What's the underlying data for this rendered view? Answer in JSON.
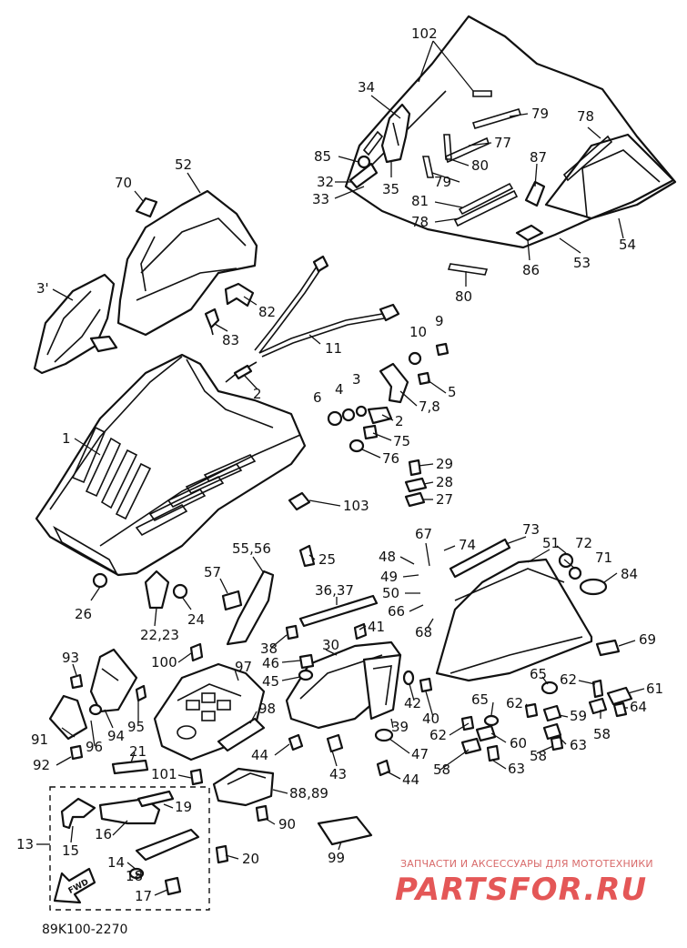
{
  "diagram": {
    "doc_code": "89K100-2270",
    "watermark": {
      "tagline": "ЗАПЧАСТИ И АКСЕССУАРЫ ДЛЯ МОТОТЕХНИКИ",
      "logo": "PARTSFOR.RU"
    },
    "fwd_label": "FWD",
    "labels": [
      {
        "id": "p102",
        "text": "102"
      },
      {
        "id": "p34",
        "text": "34"
      },
      {
        "id": "p85",
        "text": "85"
      },
      {
        "id": "p32",
        "text": "32"
      },
      {
        "id": "p33",
        "text": "33"
      },
      {
        "id": "p35",
        "text": "35"
      },
      {
        "id": "p79a",
        "text": "79"
      },
      {
        "id": "p77",
        "text": "77"
      },
      {
        "id": "p80a",
        "text": "80"
      },
      {
        "id": "p79b",
        "text": "79"
      },
      {
        "id": "p78a",
        "text": "78"
      },
      {
        "id": "p87",
        "text": "87"
      },
      {
        "id": "p81",
        "text": "81"
      },
      {
        "id": "p78b",
        "text": "78"
      },
      {
        "id": "p54",
        "text": "54"
      },
      {
        "id": "p86",
        "text": "86"
      },
      {
        "id": "p53",
        "text": "53"
      },
      {
        "id": "p80b",
        "text": "80"
      },
      {
        "id": "p70",
        "text": "70"
      },
      {
        "id": "p52",
        "text": "52"
      },
      {
        "id": "p3",
        "text": "3'"
      },
      {
        "id": "p82",
        "text": "82"
      },
      {
        "id": "p83",
        "text": "83"
      },
      {
        "id": "p11",
        "text": "11"
      },
      {
        "id": "p10",
        "text": "10"
      },
      {
        "id": "p9",
        "text": "9"
      },
      {
        "id": "p5",
        "text": "5"
      },
      {
        "id": "p2a",
        "text": "2"
      },
      {
        "id": "p78c",
        "text": "7,8"
      },
      {
        "id": "p6",
        "text": "6"
      },
      {
        "id": "p4",
        "text": "4"
      },
      {
        "id": "p3b",
        "text": "3"
      },
      {
        "id": "p2b",
        "text": "2"
      },
      {
        "id": "p75",
        "text": "75"
      },
      {
        "id": "p76",
        "text": "76"
      },
      {
        "id": "p1",
        "text": "1"
      },
      {
        "id": "p29",
        "text": "29"
      },
      {
        "id": "p28",
        "text": "28"
      },
      {
        "id": "p27",
        "text": "27"
      },
      {
        "id": "p103",
        "text": "103"
      },
      {
        "id": "p67",
        "text": "67"
      },
      {
        "id": "p73",
        "text": "73"
      },
      {
        "id": "p51",
        "text": "51"
      },
      {
        "id": "p72",
        "text": "72"
      },
      {
        "id": "p71",
        "text": "71"
      },
      {
        "id": "p84",
        "text": "84"
      },
      {
        "id": "p48",
        "text": "48"
      },
      {
        "id": "p74",
        "text": "74"
      },
      {
        "id": "p49",
        "text": "49"
      },
      {
        "id": "p50",
        "text": "50"
      },
      {
        "id": "p66",
        "text": "66"
      },
      {
        "id": "p68",
        "text": "68"
      },
      {
        "id": "p5556",
        "text": "55,56"
      },
      {
        "id": "p25",
        "text": "25"
      },
      {
        "id": "p3637",
        "text": "36,37"
      },
      {
        "id": "p57",
        "text": "57"
      },
      {
        "id": "p26",
        "text": "26"
      },
      {
        "id": "p2223",
        "text": "22,23"
      },
      {
        "id": "p24",
        "text": "24"
      },
      {
        "id": "p41",
        "text": "41"
      },
      {
        "id": "p38",
        "text": "38"
      },
      {
        "id": "p30",
        "text": "30"
      },
      {
        "id": "p69",
        "text": "69"
      },
      {
        "id": "p93",
        "text": "93"
      },
      {
        "id": "p100",
        "text": "100"
      },
      {
        "id": "p97",
        "text": "97"
      },
      {
        "id": "p46",
        "text": "46"
      },
      {
        "id": "p45",
        "text": "45"
      },
      {
        "id": "p65a",
        "text": "65"
      },
      {
        "id": "p62a",
        "text": "62"
      },
      {
        "id": "p61",
        "text": "61"
      },
      {
        "id": "p64",
        "text": "64"
      },
      {
        "id": "p42",
        "text": "42"
      },
      {
        "id": "p40",
        "text": "40"
      },
      {
        "id": "p65b",
        "text": "65"
      },
      {
        "id": "p62b",
        "text": "62"
      },
      {
        "id": "p59",
        "text": "59"
      },
      {
        "id": "p58a",
        "text": "58"
      },
      {
        "id": "p91",
        "text": "91"
      },
      {
        "id": "p94",
        "text": "94"
      },
      {
        "id": "p96",
        "text": "96"
      },
      {
        "id": "p95",
        "text": "95"
      },
      {
        "id": "p98",
        "text": "98"
      },
      {
        "id": "p39",
        "text": "39"
      },
      {
        "id": "p62c",
        "text": "62"
      },
      {
        "id": "p60",
        "text": "60"
      },
      {
        "id": "p58b",
        "text": "58"
      },
      {
        "id": "p63a",
        "text": "63"
      },
      {
        "id": "p44a",
        "text": "44"
      },
      {
        "id": "p47",
        "text": "47"
      },
      {
        "id": "p92",
        "text": "92"
      },
      {
        "id": "p21",
        "text": "21"
      },
      {
        "id": "p43",
        "text": "43"
      },
      {
        "id": "p44b",
        "text": "44"
      },
      {
        "id": "p58c",
        "text": "58"
      },
      {
        "id": "p63b",
        "text": "63"
      },
      {
        "id": "p101",
        "text": "101"
      },
      {
        "id": "p8889",
        "text": "88,89"
      },
      {
        "id": "p19",
        "text": "19"
      },
      {
        "id": "p13",
        "text": "13"
      },
      {
        "id": "p15",
        "text": "15"
      },
      {
        "id": "p16",
        "text": "16"
      },
      {
        "id": "p90",
        "text": "90"
      },
      {
        "id": "p14",
        "text": "14"
      },
      {
        "id": "p20",
        "text": "20"
      },
      {
        "id": "p18",
        "text": "18"
      },
      {
        "id": "p99",
        "text": "99"
      },
      {
        "id": "p17",
        "text": "17"
      }
    ]
  }
}
